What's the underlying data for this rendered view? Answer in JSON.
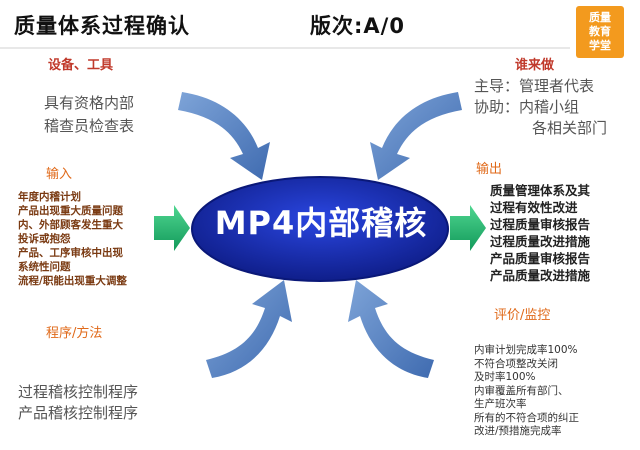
{
  "header": {
    "title": "质量体系过程确认",
    "version": "版次:A/0",
    "logo_lines": [
      "质量",
      "教育",
      "学堂"
    ]
  },
  "equipment": {
    "heading": "设备、工具",
    "lines": [
      "具有资格内部",
      "稽查员检查表"
    ]
  },
  "who": {
    "heading": "谁来做",
    "lines": [
      "主导：管理者代表",
      "协助：内稽小组",
      "各相关部门"
    ]
  },
  "input": {
    "heading": "输入",
    "lines": [
      "年度内稽计划",
      "产品出现重大质量问题",
      "内、外部顾客发生重大",
      "投诉或抱怨",
      "产品、工序审核中出现",
      "系统性问题",
      "流程/职能出现重大调整"
    ]
  },
  "center": {
    "label": "MP4内部稽核"
  },
  "output": {
    "heading": "输出",
    "lines": [
      "质量管理体系及其",
      "过程有效性改进",
      "过程质量审核报告",
      "过程质量改进措施",
      "产品质量审核报告",
      "产品质量改进措施"
    ]
  },
  "procedure": {
    "heading": "程序/方法",
    "lines": [
      "过程稽核控制程序",
      "产品稽核控制程序"
    ]
  },
  "evaluation": {
    "heading": "评价/监控",
    "lines": [
      "内审计划完成率100%",
      "不符合项整改关闭",
      "及时率100%",
      "内审覆盖所有部门、",
      "生产班次率",
      "所有的不符合项的纠正",
      "改进/预措施完成率"
    ]
  },
  "colors": {
    "ellipse_fill": "#1b2fb8",
    "ellipse_edge": "#0a1878",
    "arrow_blue": "#5b86c4",
    "arrow_green": "#1fb86a",
    "heading_red": "#c0392b",
    "heading_orange": "#e06a1a",
    "logo_orange": "#f39a1e"
  }
}
